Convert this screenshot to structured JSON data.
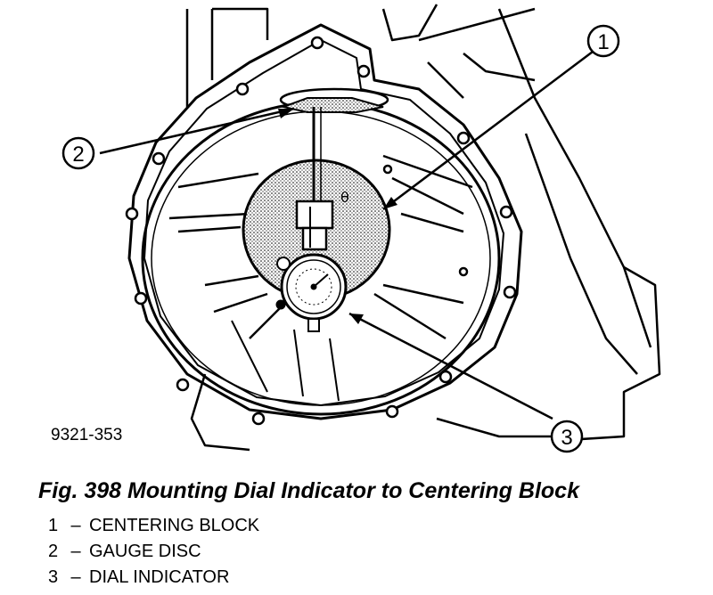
{
  "figure": {
    "code": "9321-353",
    "caption": "Fig. 398 Mounting Dial Indicator to Centering Block",
    "callouts": [
      "1",
      "2",
      "3"
    ]
  },
  "legend": [
    {
      "num": "1",
      "dash": "–",
      "label": "CENTERING BLOCK"
    },
    {
      "num": "2",
      "dash": "–",
      "label": "GAUGE DISC"
    },
    {
      "num": "3",
      "dash": "–",
      "label": "DIAL INDICATOR"
    }
  ]
}
